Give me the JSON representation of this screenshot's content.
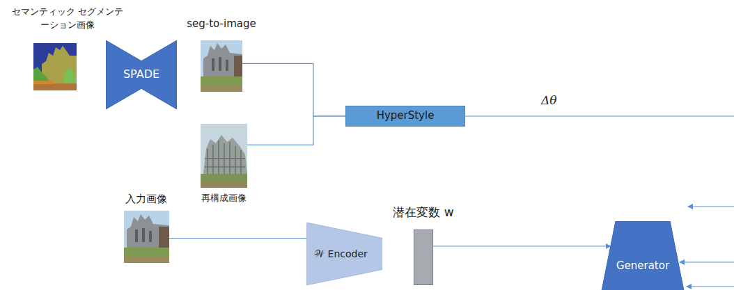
{
  "diagram": {
    "nodes": [
      {
        "text": [
          "セマンティック セグメンテーション画像"
        ]
      },
      {
        "text": [
          "SPADE"
        ]
      },
      {
        "text": [
          "seg-to-image"
        ]
      },
      {
        "text": [
          "再構成画像"
        ]
      },
      {
        "text": [
          "HyperStyle"
        ]
      },
      {
        "text": [
          "入力画像"
        ]
      },
      {
        "text": [
          "𝒲 Encoder"
        ]
      },
      {
        "text": [
          "潜在変数 w"
        ]
      },
      {
        "text": [
          "Generator"
        ]
      }
    ],
    "edges": [
      {
        "from": 2,
        "to": 4,
        "arrow": "none"
      },
      {
        "from": 3,
        "to": 4,
        "arrow": "none"
      },
      {
        "from": 5,
        "to": 6,
        "arrow": "none"
      },
      {
        "from": 7,
        "to": 8,
        "arrow": "to"
      }
    ],
    "labels": [
      "Δθ"
    ]
  }
}
